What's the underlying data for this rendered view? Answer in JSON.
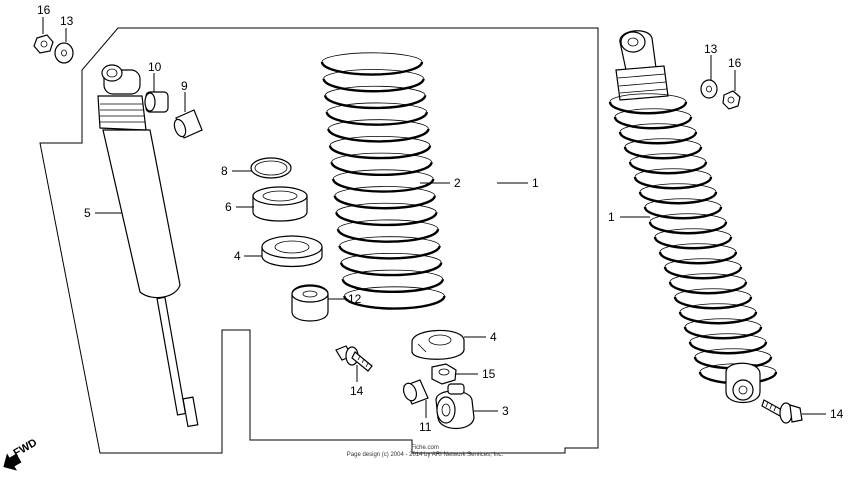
{
  "callouts": {
    "p16_left": "16",
    "p13_left": "13",
    "p10": "10",
    "p9": "9",
    "p8": "8",
    "p6": "6",
    "p5": "5",
    "p4_upper": "4",
    "p2": "2",
    "p1_center": "1",
    "p12": "12",
    "p4_lower": "4",
    "p15": "15",
    "p14_left": "14",
    "p3": "3",
    "p11": "11",
    "p13_right": "13",
    "p16_right": "16",
    "p1_right": "1",
    "p14_right": "14"
  },
  "direction_label": "FWD",
  "credit": {
    "line1": "Fiche.com",
    "line2": "Page design (c) 2004 - 2014 by ARI Network Services, Inc."
  }
}
